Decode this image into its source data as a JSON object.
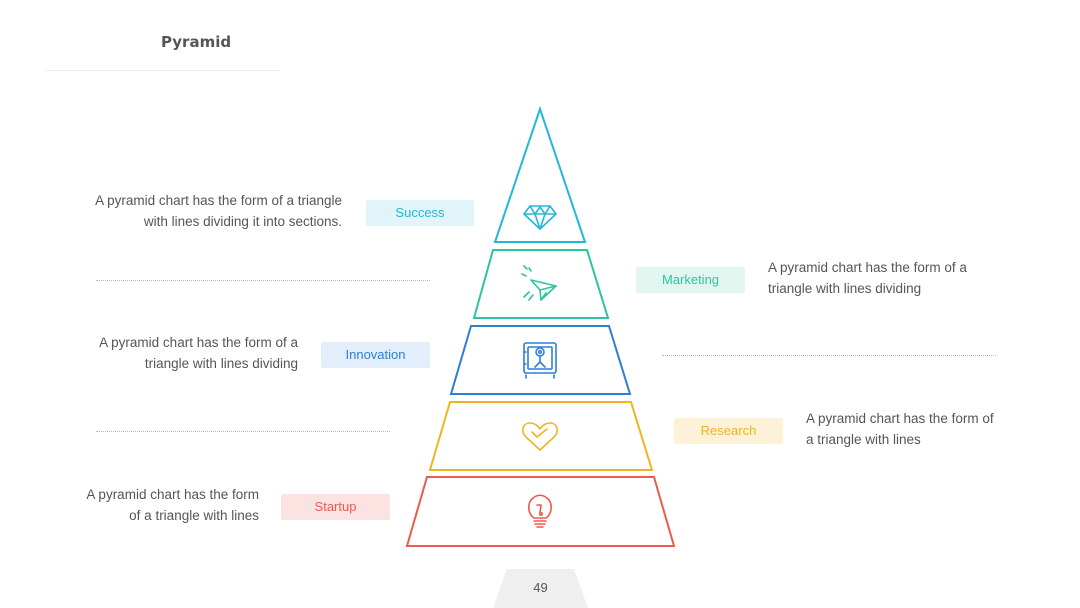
{
  "page": {
    "title": "Pyramid",
    "page_number": "49"
  },
  "levels": [
    {
      "label": "Success",
      "description_lines": [
        "A pyramid chart has the form of a triangle",
        "with lines dividing it into sections."
      ],
      "color": "#23B7D9",
      "pill_bg": "#E0F4FA",
      "icon": "diamond-icon"
    },
    {
      "label": "Marketing",
      "description_lines": [
        "A pyramid chart has the form of a",
        "triangle with lines dividing"
      ],
      "color": "#2FC4A0",
      "pill_bg": "#E2F6F0",
      "icon": "paper-plane-icon"
    },
    {
      "label": "Innovation",
      "description_lines": [
        "A pyramid chart has the form of a",
        "triangle with lines dividing"
      ],
      "color": "#2E7ED6",
      "pill_bg": "#E3EEFB",
      "icon": "safe-icon"
    },
    {
      "label": "Research",
      "description_lines": [
        "A pyramid chart has the form of",
        "a triangle with lines"
      ],
      "color": "#F2B321",
      "pill_bg": "#FDF1D8",
      "icon": "heart-icon"
    },
    {
      "label": "Startup",
      "description_lines": [
        "A pyramid chart has the form",
        "of a triangle with lines"
      ],
      "color": "#EE5A4E",
      "pill_bg": "#FCE3E1",
      "icon": "lightbulb-icon"
    }
  ]
}
